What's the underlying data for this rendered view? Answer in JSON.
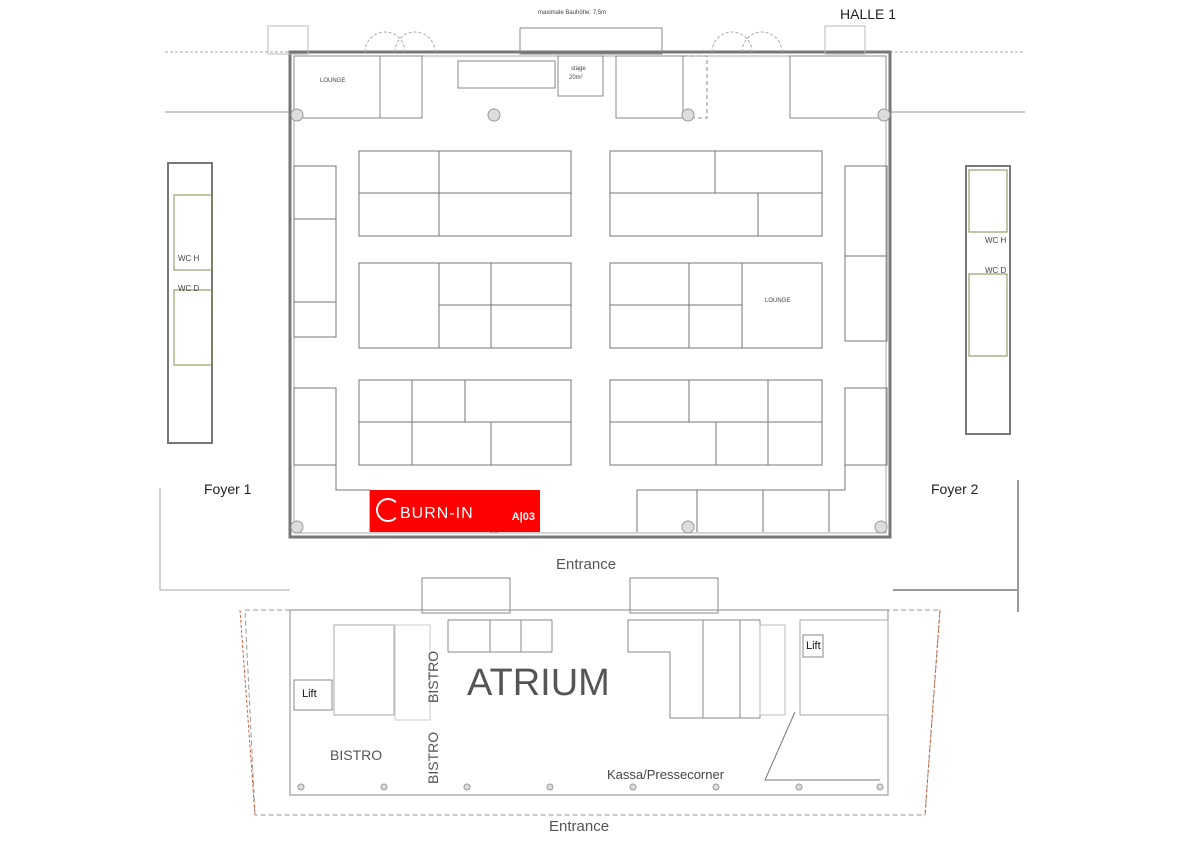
{
  "hall": {
    "title": "HALLE 1",
    "max_height_note": "maximale Bauhöhe: 7,5m",
    "stage_label": "stage",
    "stage_area": "20m²",
    "lounge_top": "LOUNGE",
    "lounge_middle": "LOUNGE"
  },
  "foyers": {
    "left": "Foyer 1",
    "right": "Foyer 2"
  },
  "restrooms": {
    "wc_h": "WC H",
    "wc_d": "WC D"
  },
  "exhibitor": {
    "brand": "BURN-IN",
    "booth": "A|03",
    "color": "#ff0000"
  },
  "entrances": {
    "hall": "Entrance",
    "atrium": "Entrance"
  },
  "atrium": {
    "title": "ATRIUM",
    "bistro_main": "BISTRO",
    "bistro_vertical_1": "BISTRO",
    "bistro_vertical_2": "BISTRO",
    "lift_left": "Lift",
    "lift_right": "Lift",
    "kassa": "Kassa/Pressecorner"
  }
}
